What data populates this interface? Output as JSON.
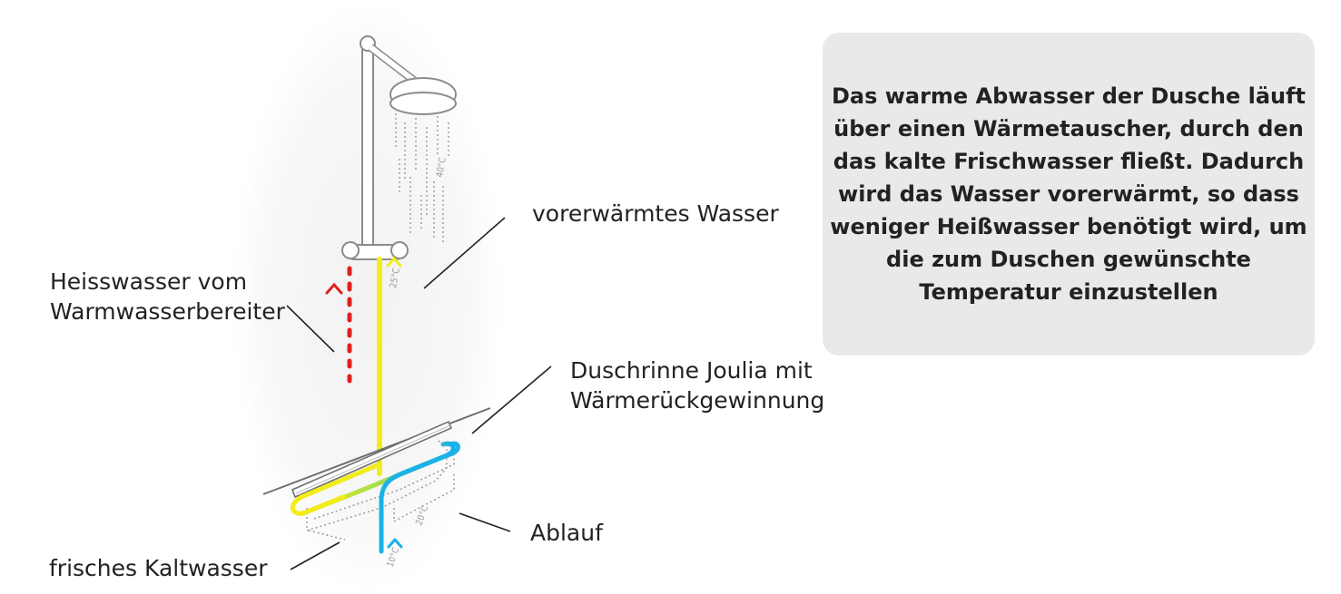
{
  "labels": {
    "preheated": "vorerwärmtes Wasser",
    "hot_water_line1": "Heisswasser vom",
    "hot_water_line2": "Warmwasserbereiter",
    "channel_line1": "Duschrinne Joulia mit",
    "channel_line2": "Wärmerückgewinnung",
    "drain": "Ablauf",
    "cold_water": "frisches Kaltwasser"
  },
  "temperatures": {
    "shower": "40°C",
    "preheated": "25°C",
    "wastewater": "20°C",
    "fresh": "10°C"
  },
  "info_text": "Das warme Abwasser der Dusche läuft über einen Wärmetauscher, durch den das kalte Frischwasser fließt. Dadurch wird das Wasser vorerwärmt, so dass weniger Heißwasser benötigt wird, um die zum Duschen gewünschte Temperatur einzustellen",
  "colors": {
    "hot": "#e02020",
    "preheated": "#f3ec1a",
    "cold": "#1ab2e8",
    "gray_outline": "#9a9a9a",
    "box_background": "#e9e9e9"
  }
}
